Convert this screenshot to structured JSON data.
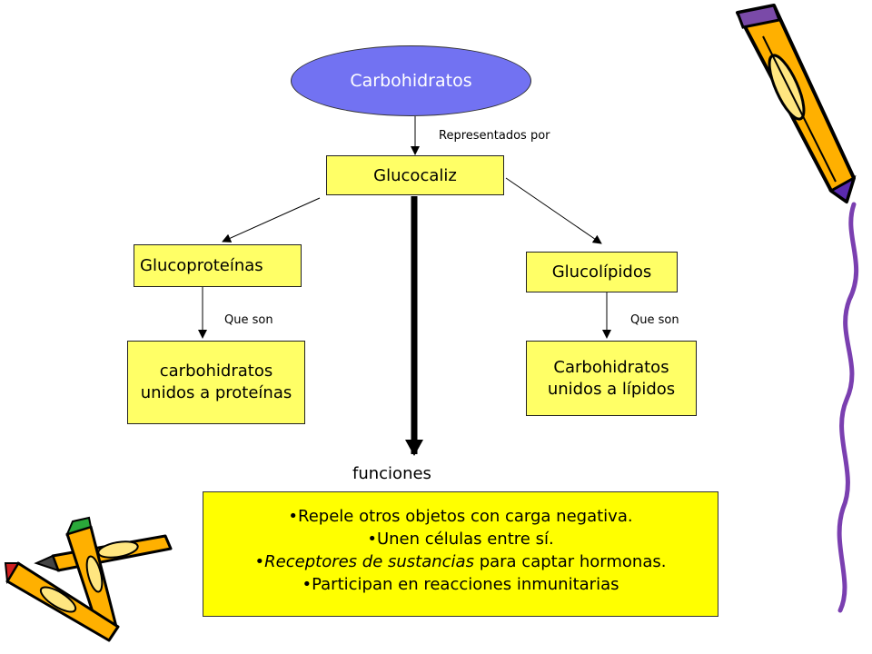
{
  "root": {
    "label": "Carbohidratos"
  },
  "edge_root": {
    "label": "Representados por"
  },
  "center": {
    "label": "Glucocaliz"
  },
  "left": {
    "label": "Glucoproteínas",
    "edge_label": "Que son",
    "detail_lines": [
      "carbohidratos",
      "unidos a proteínas"
    ]
  },
  "right": {
    "label": "Glucolípidos",
    "edge_label": "Que son",
    "detail_lines": [
      "Carbohidratos",
      "unidos a lípidos"
    ]
  },
  "functions": {
    "title": "funciones",
    "items": [
      {
        "bullet": "•",
        "text": "Repele otros objetos con carga negativa."
      },
      {
        "bullet": "•",
        "text": "Unen células entre sí."
      },
      {
        "bullet": "•",
        "em": "Receptores de sustancias",
        "text": " para captar hormonas."
      },
      {
        "bullet": "•",
        "text": "Participan en reacciones inmunitarias"
      }
    ]
  },
  "colors": {
    "oval_fill": "#7272f2",
    "box_fill": "#ffff66",
    "functions_fill": "#ffff00",
    "arrow": "#000000"
  },
  "decorations": {
    "pencil_top_right": "pencil-icon",
    "pencils_bottom_left": "crossed-pencils-icon",
    "right_border": "wavy-line-icon"
  }
}
